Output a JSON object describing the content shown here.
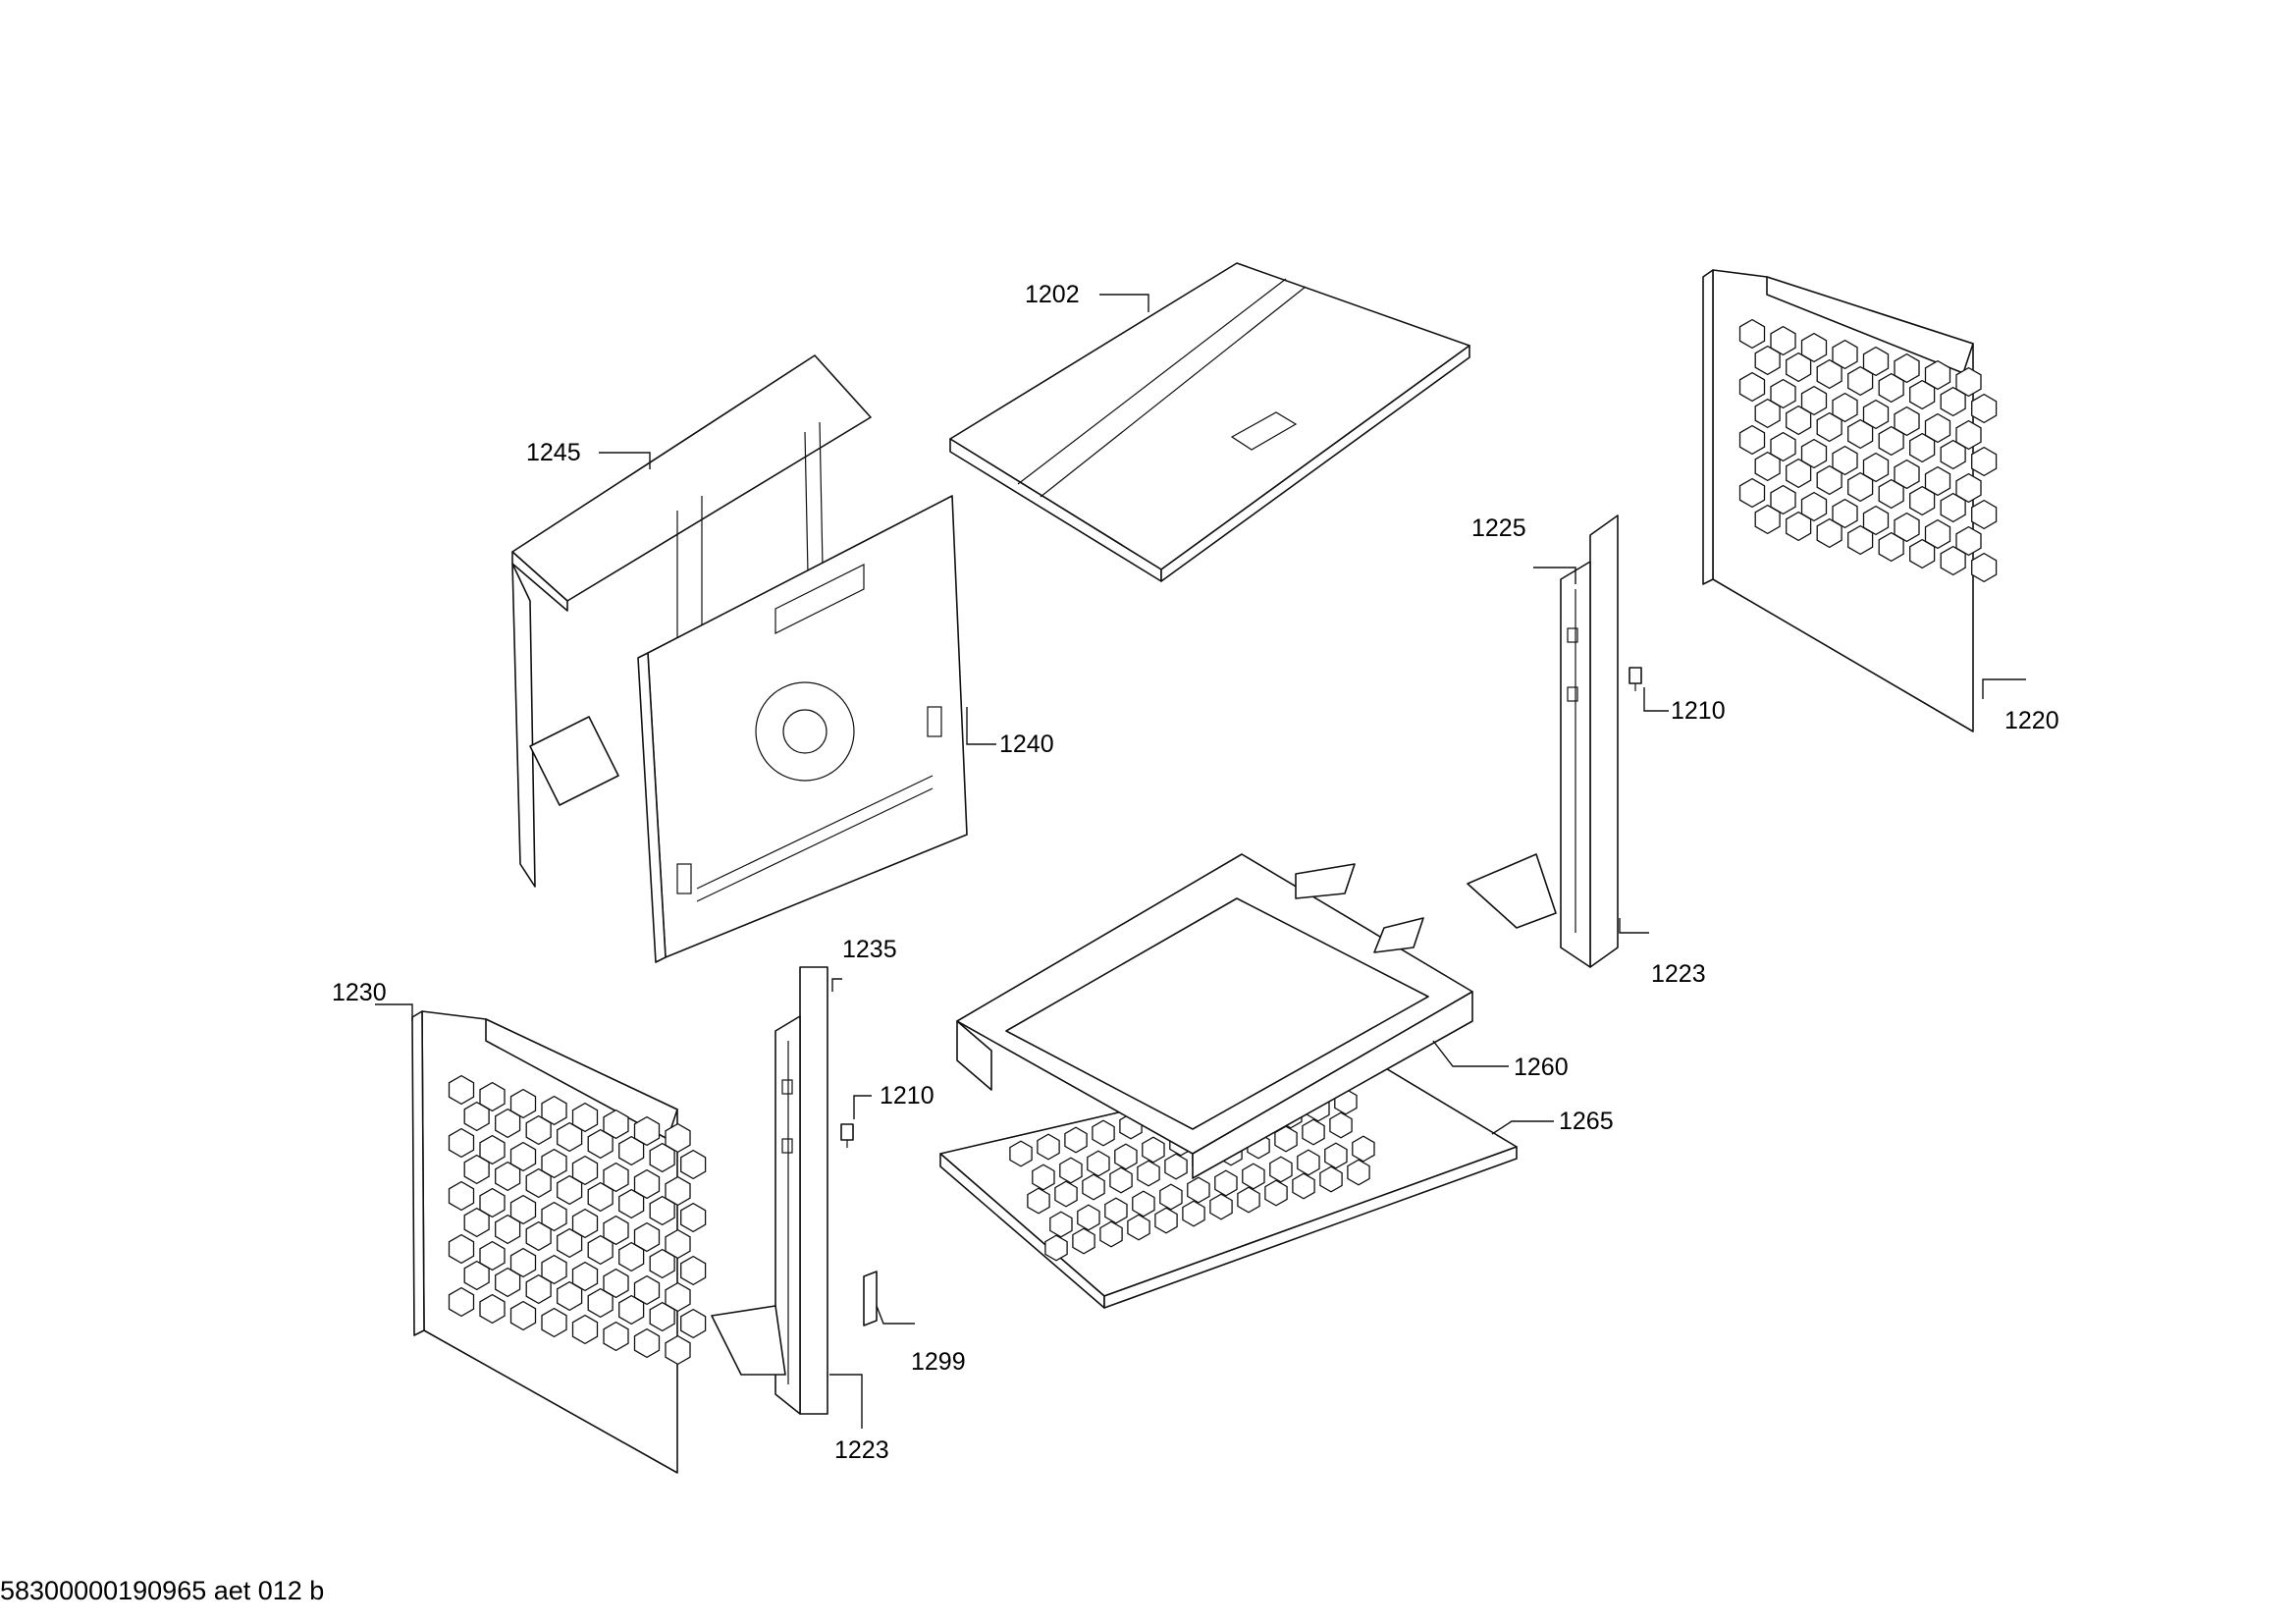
{
  "diagram": {
    "labels": {
      "p1202": "1202",
      "p1245": "1245",
      "p1240": "1240",
      "p1225": "1225",
      "p1210a": "1210",
      "p1220": "1220",
      "p1223a": "1223",
      "p1230": "1230",
      "p1235": "1235",
      "p1210b": "1210",
      "p1260": "1260",
      "p1265": "1265",
      "p1299": "1299",
      "p1223b": "1223"
    },
    "footer": "58300000190965 aet 012 b"
  },
  "colors": {
    "line": "#111111",
    "background": "#ffffff"
  }
}
